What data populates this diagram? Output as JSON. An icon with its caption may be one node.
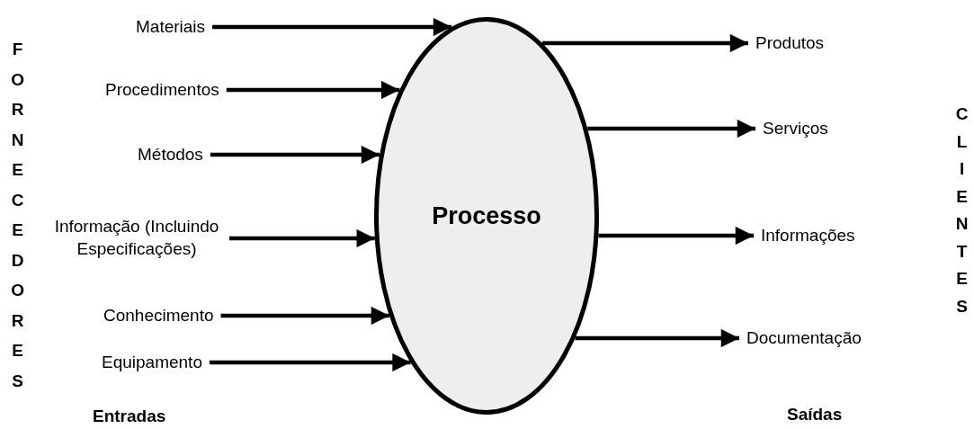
{
  "diagram": {
    "nodes": [
      {
        "text": [
          "Processo"
        ]
      },
      {
        "text": [
          "Materiais"
        ]
      },
      {
        "text": [
          "Procedimentos"
        ]
      },
      {
        "text": [
          "Métodos"
        ]
      },
      {
        "text": [
          "Informação (Incluindo Especificações)"
        ]
      },
      {
        "text": [
          "Conhecimento"
        ]
      },
      {
        "text": [
          "Equipamento"
        ]
      },
      {
        "text": [
          "Produtos"
        ]
      },
      {
        "text": [
          "Serviços"
        ]
      },
      {
        "text": [
          "Informações"
        ]
      },
      {
        "text": [
          "Documentação"
        ]
      }
    ],
    "edges": [
      {
        "from": 1,
        "to": 0,
        "arrow": "to"
      },
      {
        "from": 2,
        "to": 0,
        "arrow": "to"
      },
      {
        "from": 3,
        "to": 0,
        "arrow": "to"
      },
      {
        "from": 4,
        "to": 0,
        "arrow": "to"
      },
      {
        "from": 5,
        "to": 0,
        "arrow": "to"
      },
      {
        "from": 6,
        "to": 0,
        "arrow": "to"
      },
      {
        "from": 0,
        "to": 7,
        "arrow": "to"
      },
      {
        "from": 0,
        "to": 8,
        "arrow": "to"
      },
      {
        "from": 0,
        "to": 9,
        "arrow": "to"
      },
      {
        "from": 0,
        "to": 10,
        "arrow": "to"
      }
    ],
    "labels": [
      "FORNECEDORES",
      "CLIENTES",
      "Entradas",
      "Saídas"
    ]
  }
}
